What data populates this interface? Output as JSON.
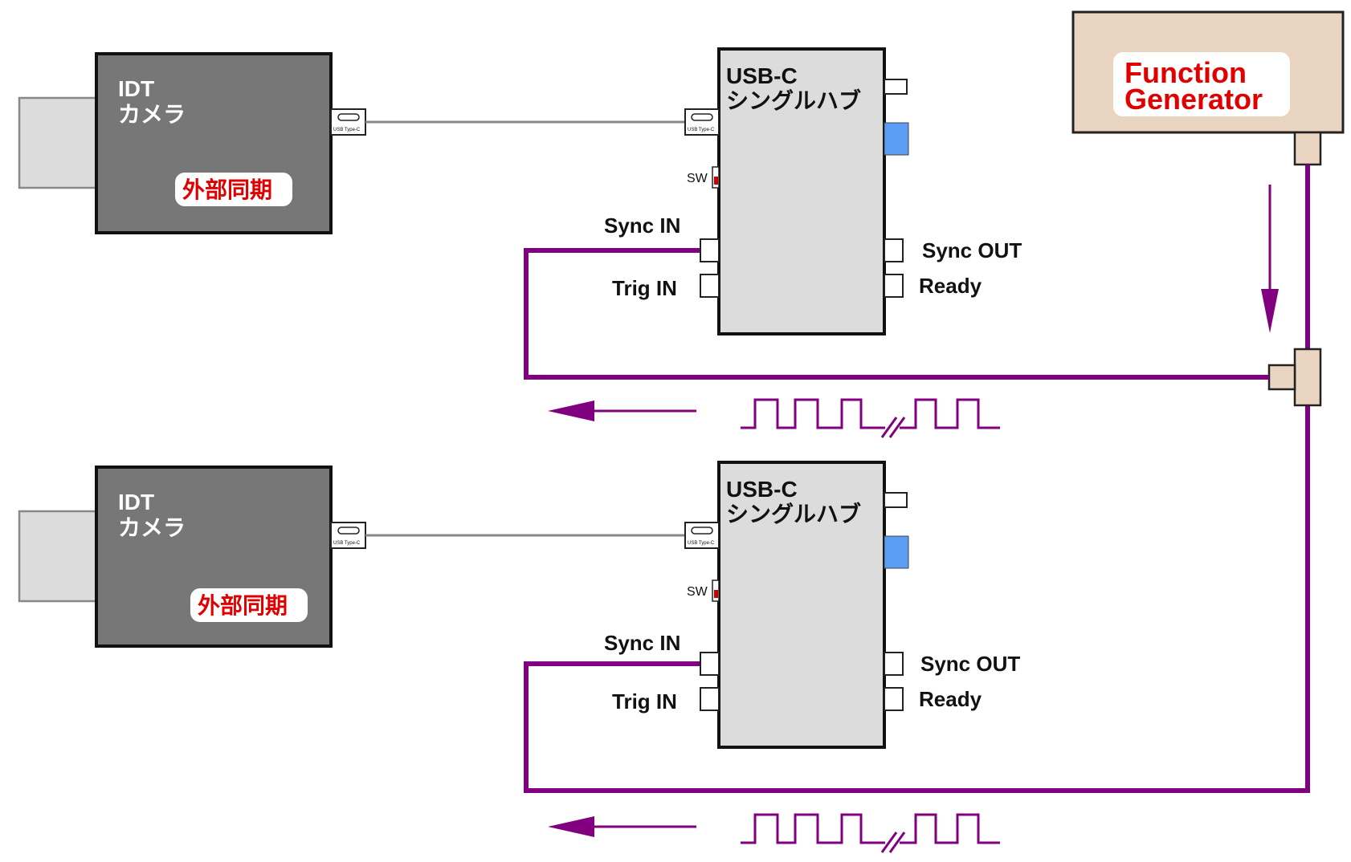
{
  "camera": {
    "line1": "IDT",
    "line2": "カメラ",
    "badge": "外部同期",
    "usb_label": "USB Type-C"
  },
  "hub": {
    "line1": "USB-C",
    "line2": "シングルハブ",
    "usb_label": "USB Type-C",
    "sw_label": "SW",
    "sync_in": "Sync IN",
    "trig_in": "Trig IN",
    "sync_out": "Sync OUT",
    "ready": "Ready"
  },
  "generator": {
    "line1": "Function",
    "line2": "Generator"
  },
  "colors": {
    "signal": "#800080",
    "camera_body": "#777777",
    "hub_body": "#dcdcdc",
    "generator_body": "#ead4c2",
    "port_blue": "#5b9cf4",
    "badge_text": "#e00000"
  }
}
